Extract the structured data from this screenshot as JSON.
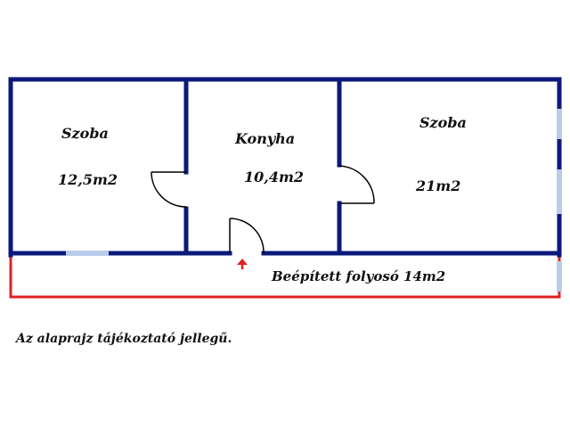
{
  "rooms": [
    {
      "name": "Szoba",
      "area": "12,5m2"
    },
    {
      "name": "Konyha",
      "area": "10,4m2"
    },
    {
      "name": "Szoba",
      "area": "21m2"
    }
  ],
  "corridor": {
    "label": "Beépített folyosó 14m2"
  },
  "note": "Az alaprajz tájékoztató jellegű.",
  "colors": {
    "wall": "#0b1a7a",
    "window": "#b8cdea",
    "corridor_outline": "#e02020",
    "entrance_arrow": "#e02020",
    "door_line": "#000000"
  },
  "icons": {
    "entrance": "up-arrow-icon"
  }
}
